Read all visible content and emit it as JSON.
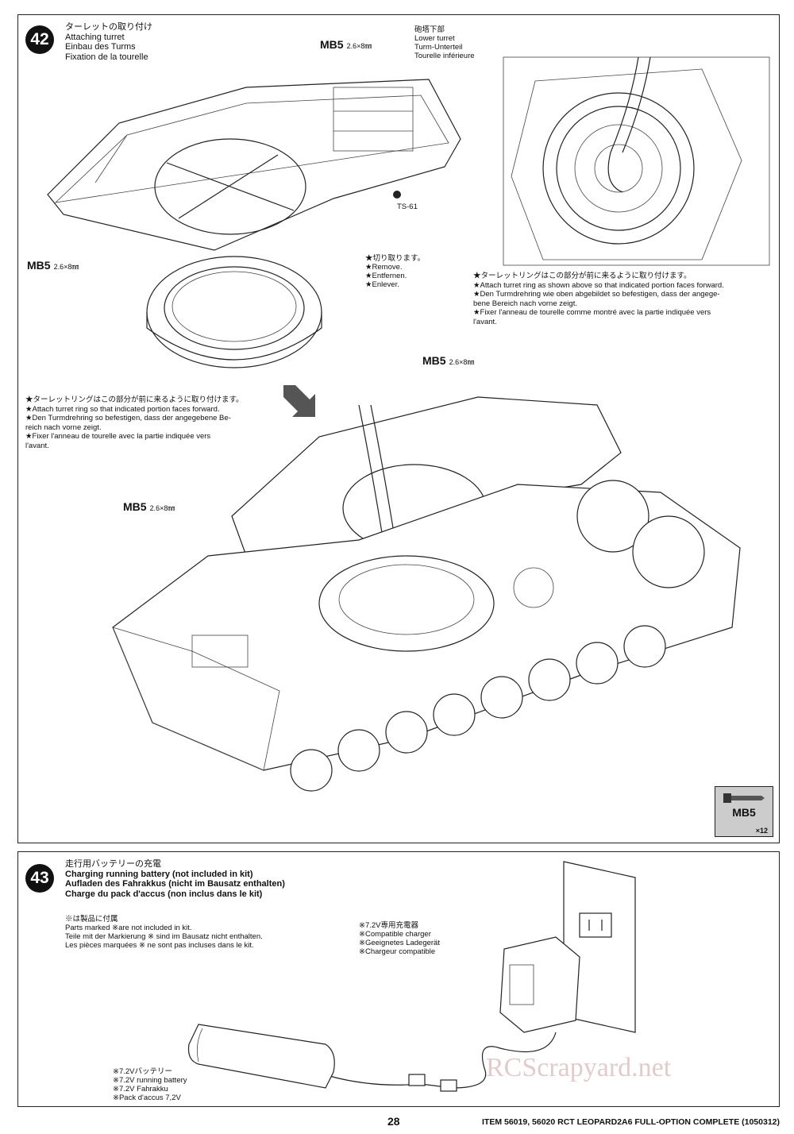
{
  "step42": {
    "number": "42",
    "title_jp": "ターレットの取り付け",
    "title_en": "Attaching turret",
    "title_de": "Einbau des Turms",
    "title_fr": "Fixation de la tourelle",
    "lower_turret_jp": "砲塔下部",
    "lower_turret_en": "Lower turret",
    "lower_turret_de": "Turm-Unterteil",
    "lower_turret_fr": "Tourelle inférieure",
    "screw_label": "MB5",
    "screw_size": "2.6×8㎜",
    "part_ts": "TS-61",
    "remove_jp": "★切り取ります。",
    "remove_en": "★Remove.",
    "remove_de": "★Entfernen.",
    "remove_fr": "★Enlever.",
    "note_right": [
      "★ターレットリングはこの部分が前に来るように取り付けます。",
      "★Attach turret ring as shown above so that indicated portion faces forward.",
      "★Den Turmdrehring wie oben abgebildet so befestigen, dass der angege-",
      "bene Bereich nach vorne zeigt.",
      "★Fixer l'anneau de tourelle comme montré avec la partie indiquée vers",
      "l'avant."
    ],
    "note_left": [
      "★ターレットリングはこの部分が前に来るように取り付けます。",
      "★Attach turret ring so that indicated portion faces forward.",
      "★Den Turmdrehring so befestigen, dass der angegebene Be-",
      "reich nach vorne zeigt.",
      "★Fixer l'anneau de tourelle avec la partie indiquée vers",
      "l'avant."
    ],
    "parts_label": "MB5",
    "parts_qty": "×12"
  },
  "step43": {
    "number": "43",
    "title_jp": "走行用バッテリーの充電",
    "title_en": "Charging running battery (not included in kit)",
    "title_de": "Aufladen des Fahrakkus (nicht im Bausatz enthalten)",
    "title_fr": "Charge du pack d'accus (non inclus dans le kit)",
    "note": [
      "※は製品に付属",
      "Parts marked ※are not included in kit.",
      "Teile mit der Markierung ※ sind im Bausatz nicht enthalten.",
      "Les pièces marquées ※ ne sont pas incluses dans le kit."
    ],
    "charger": [
      "※7.2V専用充電器",
      "※Compatible charger",
      "※Geeignetes Ladegerät",
      "※Chargeur compatible"
    ],
    "battery": [
      "※7.2Vバッテリー",
      "※7.2V running battery",
      "※7.2V Fahrakku",
      "※Pack d'accus 7,2V"
    ]
  },
  "footer": {
    "page": "28",
    "item": "ITEM 56019, 56020  RCT LEOPARD2A6 FULL-OPTION COMPLETE (1050312)"
  },
  "watermark": "RCScrapyard.net"
}
